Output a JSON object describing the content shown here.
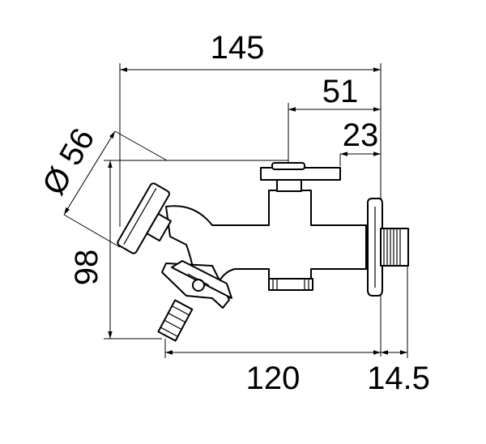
{
  "dimensions": {
    "overall_width": "145",
    "handle_offset": "51",
    "spindle_offset": "23",
    "diameter": "Ø 56",
    "height": "98",
    "outlet_width": "120",
    "thread_length": "14.5"
  }
}
